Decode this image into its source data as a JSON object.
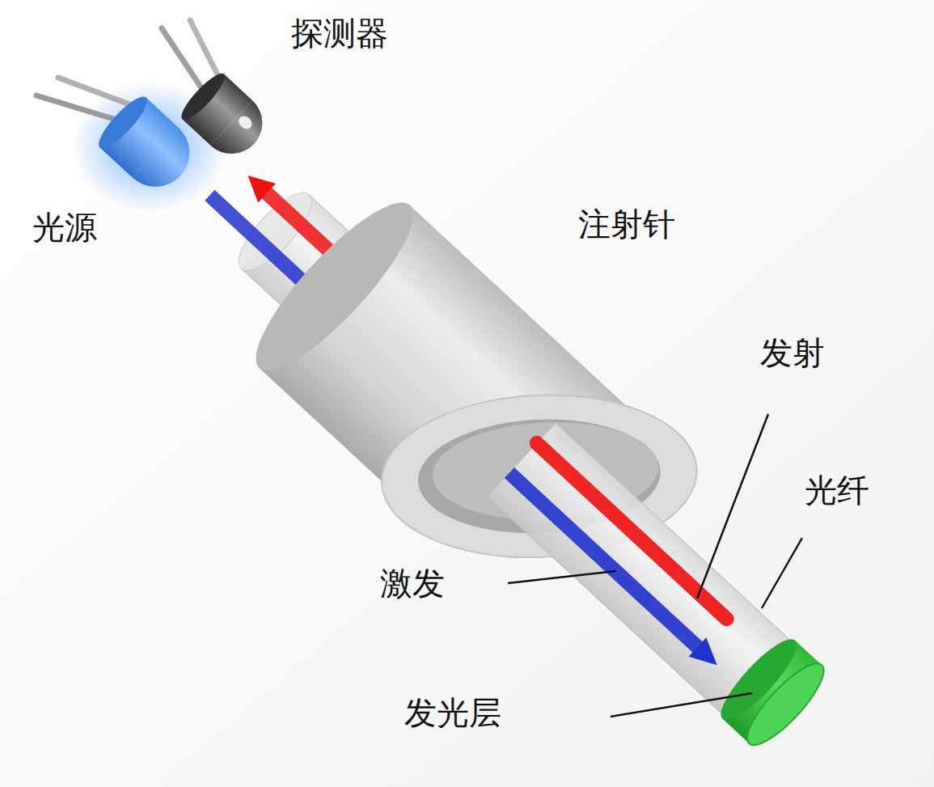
{
  "diagram": {
    "labels": [
      "探测器",
      "光源",
      "注射针",
      "发射",
      "光纤",
      "激发",
      "发光层"
    ]
  }
}
